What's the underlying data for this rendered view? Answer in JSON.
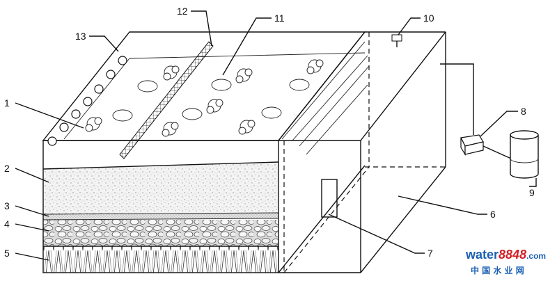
{
  "labels": {
    "l1": "1",
    "l2": "2",
    "l3": "3",
    "l4": "4",
    "l5": "5",
    "l6": "6",
    "l7": "7",
    "l8": "8",
    "l9": "9",
    "l10": "10",
    "l11": "11",
    "l12": "12",
    "l13": "13"
  },
  "watermark": {
    "brand_a": "water",
    "brand_b": "8848",
    "brand_c": ".com",
    "subtitle": "中 国 水 业 网"
  },
  "colors": {
    "stroke": "#111111",
    "soil": "#efefef",
    "brand_blue": "#1a5fb4",
    "brand_red": "#d21f26"
  }
}
